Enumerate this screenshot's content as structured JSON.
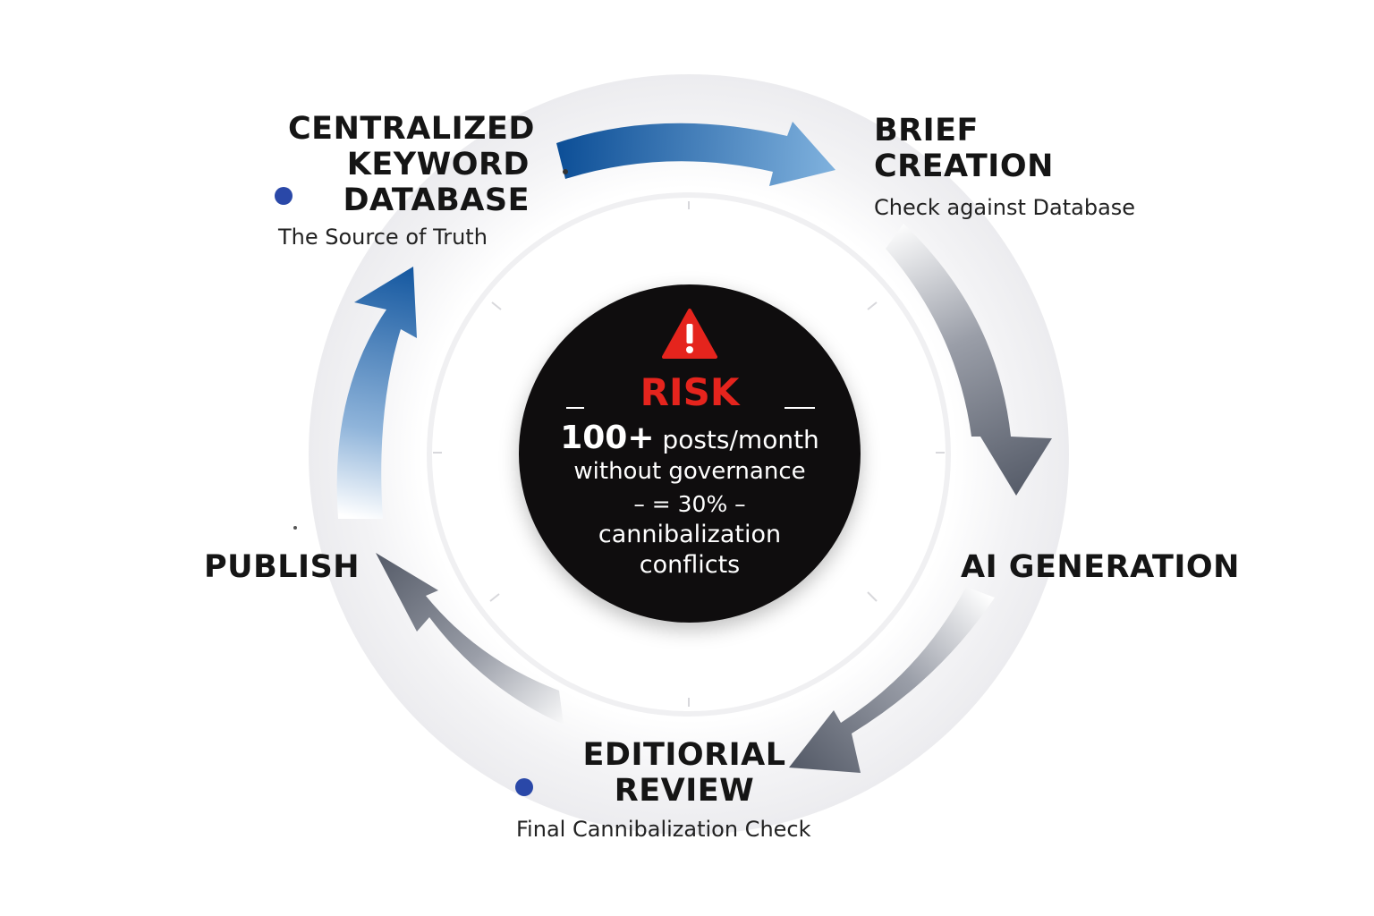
{
  "stages": {
    "database": {
      "title_lines": [
        "CENTRALIZED",
        "KEYWORD",
        "DATABASE"
      ],
      "subtitle": "The Source of Truth"
    },
    "brief": {
      "title_lines": [
        "BRIEF",
        "CREATION"
      ],
      "subtitle": "Check against Database"
    },
    "ai": {
      "title": "AI GENERATION"
    },
    "review": {
      "title_lines": [
        "EDITIORIAL",
        "REVIEW"
      ],
      "subtitle": "Final Cannibalization Check"
    },
    "publish": {
      "title": "PUBLISH"
    }
  },
  "center": {
    "icon": "warning-triangle-icon",
    "risk_label": "RISK",
    "volume_number": "100+",
    "volume_unit": "posts/month",
    "line2": "without governance",
    "line3": "– = 30% –",
    "line4": "cannibalization",
    "line5": "conflicts"
  },
  "colors": {
    "risk_red": "#e5241d",
    "blue_dark": "#0d4f97",
    "blue_light": "#7fb0dc",
    "slate": "#5a5f6c",
    "center_bg": "#0f0d0e",
    "dot_blue": "#2a48a8"
  }
}
